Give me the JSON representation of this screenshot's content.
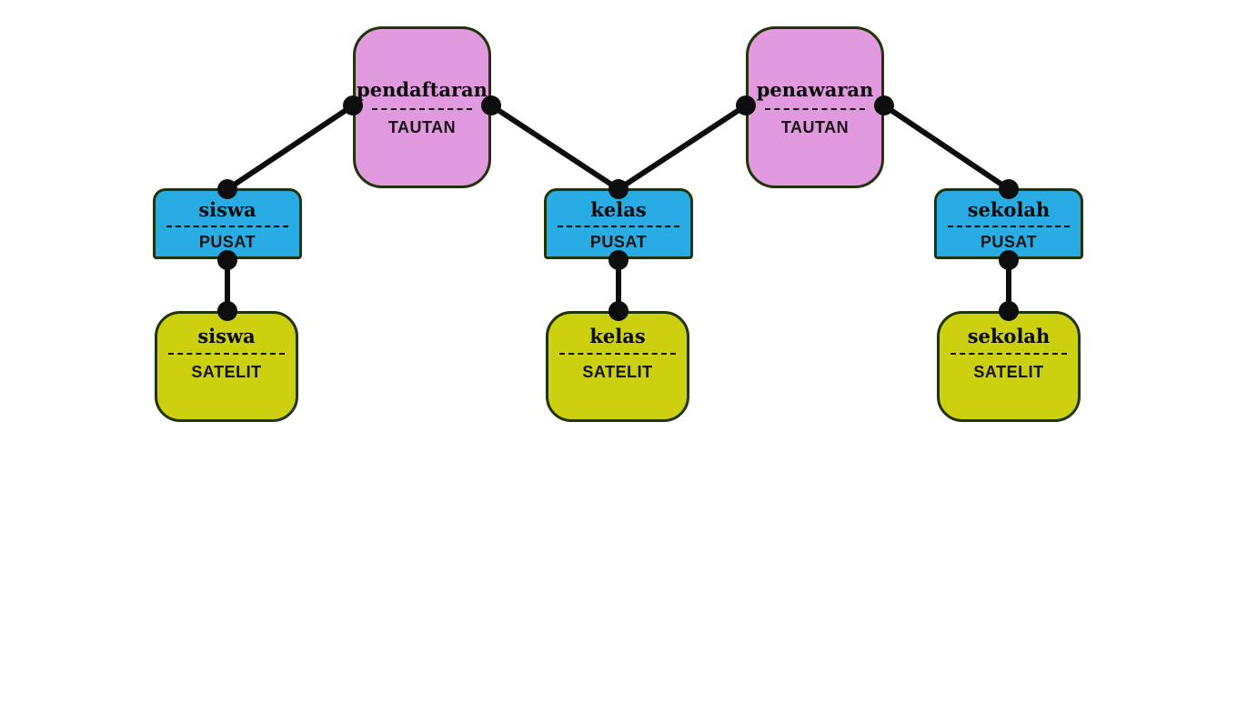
{
  "diagram": {
    "background": "#ffffff",
    "colors": {
      "tautan_fill": "#e19add",
      "pusat_fill": "#29ace3",
      "satelit_fill": "#ccd00f",
      "node_border": "#20330a",
      "connector": "#0d0d0d",
      "text": "#0a0a0a"
    },
    "nodes": [
      {
        "id": "pendaftaran-tautan",
        "title": "pendaftaran",
        "subtitle": "TAUTAN",
        "role": "tautan"
      },
      {
        "id": "penawaran-tautan",
        "title": "penawaran",
        "subtitle": "TAUTAN",
        "role": "tautan"
      },
      {
        "id": "siswa-pusat",
        "title": "siswa",
        "subtitle": "PUSAT",
        "role": "pusat"
      },
      {
        "id": "kelas-pusat",
        "title": "kelas",
        "subtitle": "PUSAT",
        "role": "pusat"
      },
      {
        "id": "sekolah-pusat",
        "title": "sekolah",
        "subtitle": "PUSAT",
        "role": "pusat"
      },
      {
        "id": "siswa-satelit",
        "title": "siswa",
        "subtitle": "SATELIT",
        "role": "satelit"
      },
      {
        "id": "kelas-satelit",
        "title": "kelas",
        "subtitle": "SATELIT",
        "role": "satelit"
      },
      {
        "id": "sekolah-satelit",
        "title": "sekolah",
        "subtitle": "SATELIT",
        "role": "satelit"
      }
    ],
    "edges": [
      {
        "from": "pendaftaran-tautan",
        "to": "siswa-pusat"
      },
      {
        "from": "pendaftaran-tautan",
        "to": "kelas-pusat"
      },
      {
        "from": "penawaran-tautan",
        "to": "kelas-pusat"
      },
      {
        "from": "penawaran-tautan",
        "to": "sekolah-pusat"
      },
      {
        "from": "siswa-pusat",
        "to": "siswa-satelit"
      },
      {
        "from": "kelas-pusat",
        "to": "kelas-satelit"
      },
      {
        "from": "sekolah-pusat",
        "to": "sekolah-satelit"
      }
    ]
  }
}
